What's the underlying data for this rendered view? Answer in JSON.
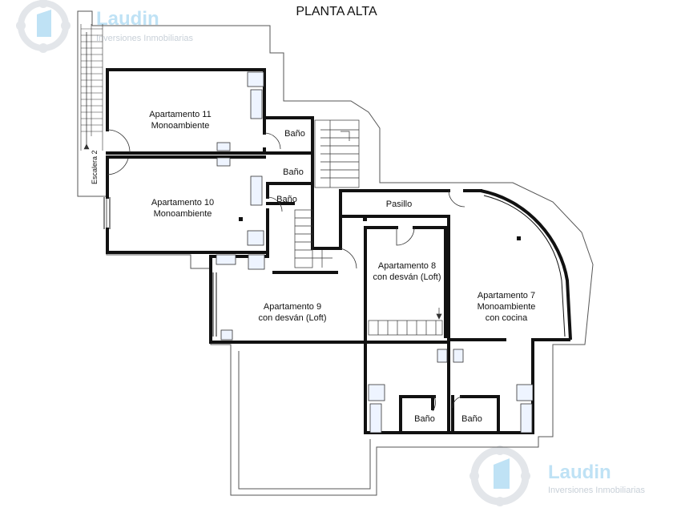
{
  "title": "PLANTA ALTA",
  "watermark": {
    "brand": "Laudin",
    "tagline": "Inversiones Inmobiliarias",
    "logo_icon": "building-logo-icon"
  },
  "rooms": {
    "apt11": [
      "Apartamento 11",
      "Monoambiente"
    ],
    "apt10": [
      "Apartamento 10",
      "Monoambiente"
    ],
    "apt9": [
      "Apartamento 9",
      "con desván (Loft)"
    ],
    "apt8": [
      "Apartamento 8",
      "con desván (Loft)"
    ],
    "apt7": [
      "Apartamento 7",
      "Monoambiente",
      "con cocina"
    ],
    "pasillo": "Pasillo",
    "bano": "Baño",
    "escalera": "Escalera 2"
  },
  "colors": {
    "wall": "#111111",
    "outline": "#555555",
    "watermark_blue": "#bfe2f5",
    "watermark_grey": "#c8d0d8"
  }
}
